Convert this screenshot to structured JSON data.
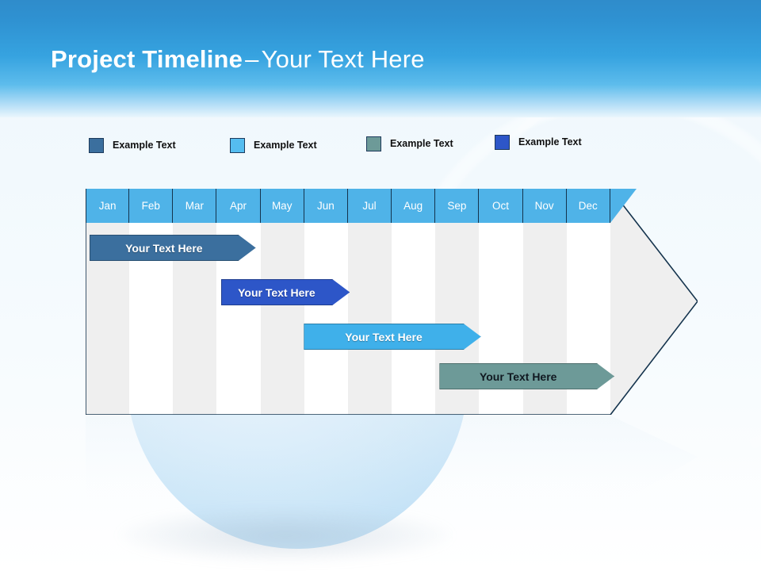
{
  "slide": {
    "title_bold": "Project Timeline",
    "title_separator": "–",
    "title_rest": "Your Text Here"
  },
  "legend": {
    "items": [
      {
        "label": "Example Text",
        "color": "#3b6f9e",
        "name": "legend-swatch-steel-blue"
      },
      {
        "label": "Example Text",
        "color": "#55bdf0",
        "name": "legend-swatch-light-blue"
      },
      {
        "label": "Example Text",
        "color": "#6d9a98",
        "name": "legend-swatch-teal"
      },
      {
        "label": "Example Text",
        "color": "#2d56c8",
        "name": "legend-swatch-royal-blue"
      }
    ]
  },
  "chart_data": {
    "type": "bar",
    "title": "Project Timeline – Your Text Here",
    "xlabel": "",
    "ylabel": "",
    "grid": true,
    "legend_position": "top",
    "categories": [
      "Jan",
      "Feb",
      "Mar",
      "Apr",
      "May",
      "Jun",
      "Jul",
      "Aug",
      "Sep",
      "Oct",
      "Nov",
      "Dec"
    ],
    "series": [
      {
        "name": "Example Text",
        "label": "Your  Text Here",
        "color": "#3b6f9e",
        "text_color": "#ffffff",
        "start_month": "Jan",
        "end_month": "Apr",
        "start_index": 0,
        "end_index": 3.8,
        "row": 1
      },
      {
        "name": "Example Text",
        "label": "Your  Text Here",
        "color": "#2d56c8",
        "text_color": "#ffffff",
        "start_month": "Apr",
        "end_month": "Jul",
        "start_index": 3.0,
        "end_index": 5.95,
        "row": 2
      },
      {
        "name": "Example Text",
        "label": "Your  Text Here",
        "color": "#3fb0ea",
        "text_color": "#ffffff",
        "start_month": "Jun",
        "end_month": "Sep",
        "start_index": 4.9,
        "end_index": 8.95,
        "row": 3
      },
      {
        "name": "Example Text",
        "label": "Your  Text Here",
        "color": "#6d9a98",
        "text_color": "#101820",
        "start_month": "Sep",
        "end_month": "Dec",
        "start_index": 8.0,
        "end_index": 12.0,
        "row": 4
      }
    ]
  },
  "colors": {
    "banner_top": "#2f8ccb",
    "banner_bottom": "#eaf6fd",
    "month_header": "#4fb3e8",
    "stripe_light": "#efefef",
    "stripe_white": "#ffffff",
    "outline": "#14334d"
  }
}
